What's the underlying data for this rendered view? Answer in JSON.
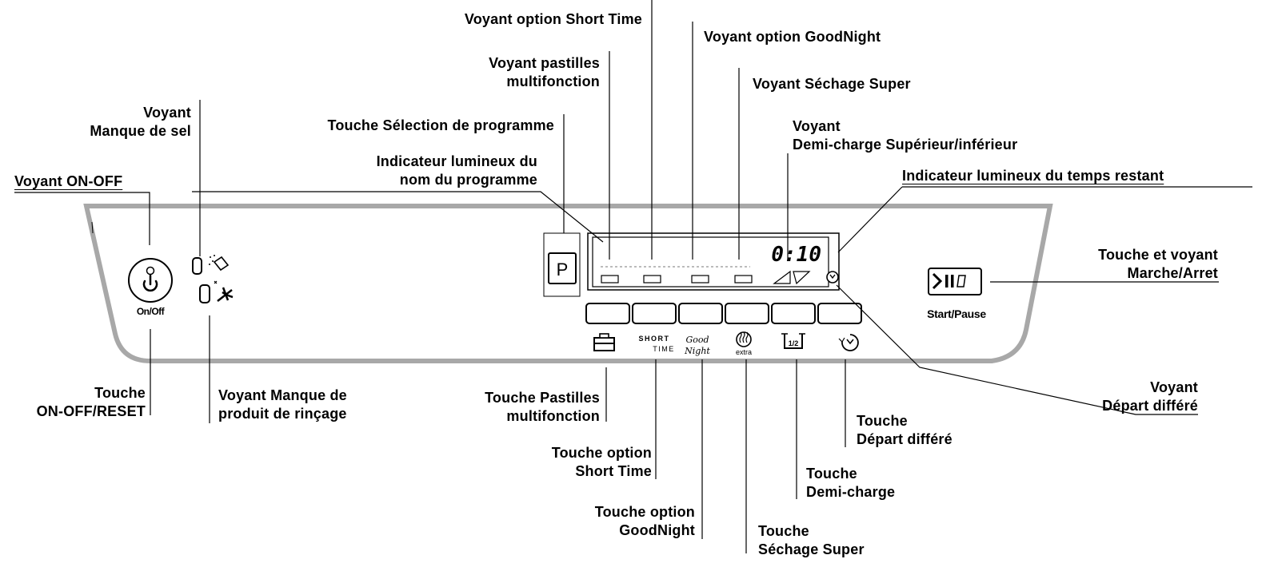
{
  "panel": {
    "onoff_caption": "On/Off",
    "program_key": "P",
    "time_display": "0:10",
    "start_caption": "Start/Pause",
    "short_time_icon": [
      "SHORT",
      "TIME"
    ],
    "goodnight_icon": [
      "Good",
      "Night"
    ],
    "extra_icon": "extra",
    "half_load_icon": "1/2",
    "icons": [
      "power-icon",
      "salt-icon",
      "rinse-aid-icon",
      "multitab-icon",
      "short-time-icon",
      "goodnight-icon",
      "extra-dry-icon",
      "half-load-icon",
      "delay-start-icon",
      "play-pause-icon"
    ]
  },
  "labels": {
    "voyant_onoff": "Voyant ON-OFF",
    "voyant_sel": [
      "Voyant",
      "Manque de sel"
    ],
    "touche_selection": "Touche Sélection de programme",
    "indicateur_nom": [
      "Indicateur lumineux du",
      "nom du programme"
    ],
    "voyant_pastilles": [
      "Voyant pastilles",
      "multifonction"
    ],
    "voyant_short_time": "Voyant option Short Time",
    "voyant_goodnight": "Voyant option GoodNight",
    "voyant_sechage": "Voyant Séchage Super",
    "voyant_demi_charge": [
      "Voyant",
      "Demi-charge Supérieur/inférieur"
    ],
    "indicateur_temps": "Indicateur lumineux du temps restant",
    "touche_marche": [
      "Touche et voyant",
      "Marche/Arret"
    ],
    "voyant_depart": [
      "Voyant",
      "Départ différé"
    ],
    "touche_onoff_reset": [
      "Touche",
      "ON-OFF/RESET"
    ],
    "voyant_rincage": [
      "Voyant Manque de",
      "produit de rinçage"
    ],
    "touche_pastilles": [
      "Touche Pastilles",
      "multifonction"
    ],
    "touche_short_time": [
      "Touche  option",
      "Short Time"
    ],
    "touche_goodnight": [
      "Touche  option",
      "GoodNight"
    ],
    "touche_sechage": [
      "Touche",
      "Séchage Super"
    ],
    "touche_demi_charge": [
      "Touche",
      "Demi-charge"
    ],
    "touche_depart": [
      "Touche",
      "Départ différé"
    ]
  }
}
